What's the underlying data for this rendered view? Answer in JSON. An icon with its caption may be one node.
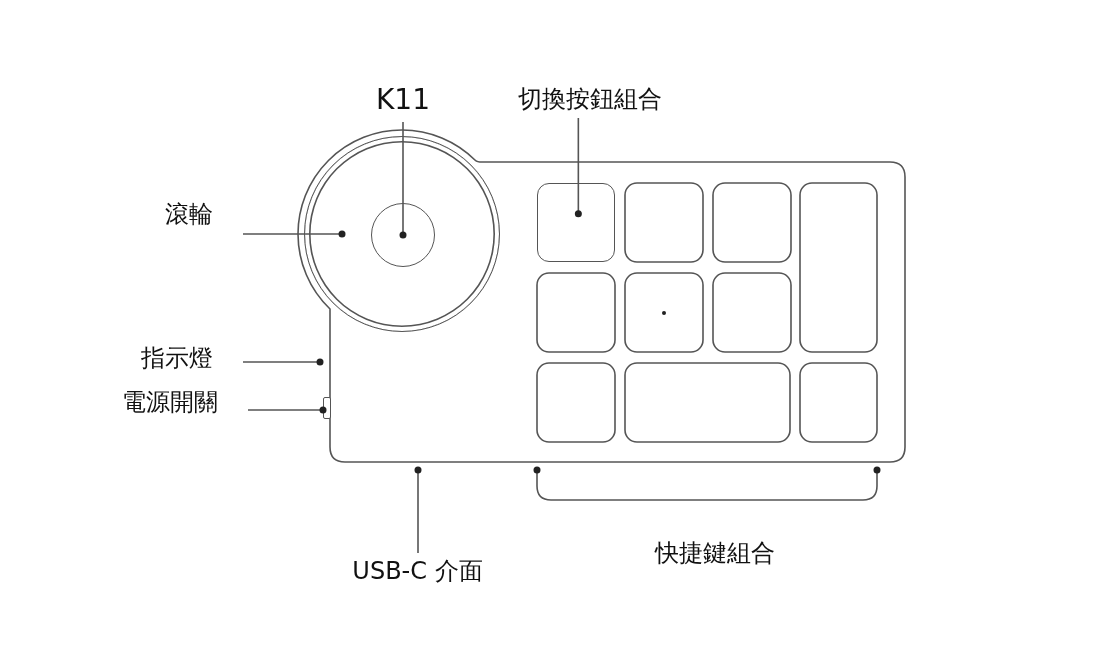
{
  "diagram": {
    "nodes": [
      {
        "text": [
          "K11"
        ]
      },
      {
        "text": [
          "切換按鈕組合"
        ]
      },
      {
        "text": [
          "滾輪"
        ]
      },
      {
        "text": [],
        "shape": "circle"
      },
      {
        "text": [],
        "shape": "circle",
        "in": 3
      },
      {
        "text": [],
        "shape": "box"
      },
      {
        "text": [
          "指示燈"
        ]
      },
      {
        "text": [
          "電源開關"
        ]
      },
      {
        "text": [],
        "shape": "box"
      },
      {
        "text": [
          "USB-C 介面"
        ]
      }
    ],
    "edges": [
      {
        "from": 0,
        "to": 4,
        "arrow": "other"
      },
      {
        "from": 1,
        "to": 5,
        "arrow": "other"
      },
      {
        "from": 2,
        "to": 3,
        "arrow": "other"
      },
      {
        "from": 6,
        "to": null,
        "arrow": "other"
      },
      {
        "from": 7,
        "to": 8,
        "arrow": "other"
      },
      {
        "from": 9,
        "to": null,
        "arrow": "other"
      }
    ],
    "labels": [
      "快捷鍵組合"
    ]
  }
}
